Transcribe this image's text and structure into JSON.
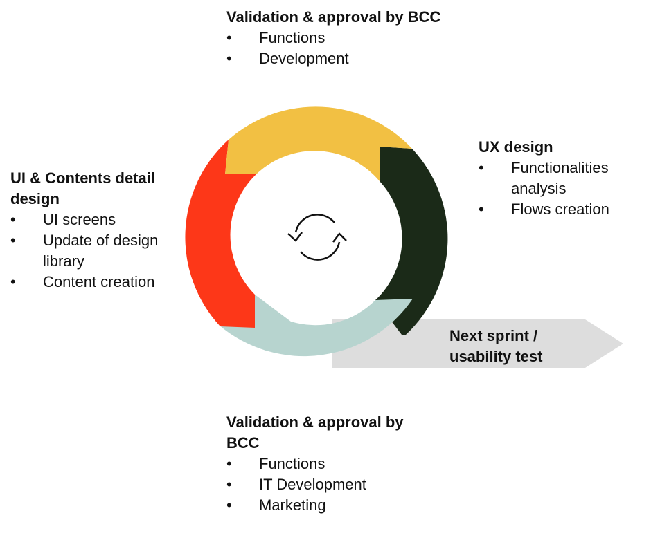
{
  "top": {
    "title": "Validation & approval by BCC",
    "items": [
      "Functions",
      "Development"
    ]
  },
  "right": {
    "title": "UX design",
    "items": [
      "Functionalities analysis",
      "Flows creation"
    ]
  },
  "left": {
    "title": "UI & Contents detail design",
    "items": [
      "UI screens",
      "Update of design library",
      "Content creation"
    ]
  },
  "bottom": {
    "title": "Validation & approval by BCC",
    "items": [
      "Functions",
      "IT Development",
      "Marketing"
    ]
  },
  "next": {
    "label": "Next sprint / usability test"
  },
  "colors": {
    "yellow": "#f2c043",
    "dark": "#1b2a18",
    "teal": "#b7d4cf",
    "red": "#fd3718",
    "arrow": "#dddddd"
  },
  "icons": {
    "center": "refresh-cycle-icon"
  }
}
